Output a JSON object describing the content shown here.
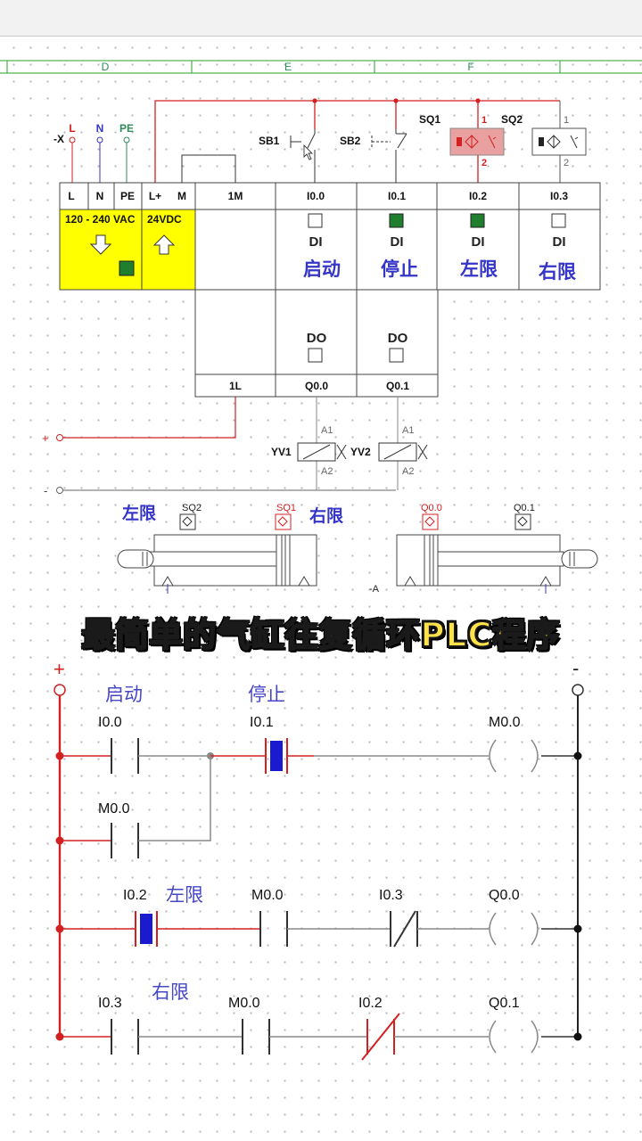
{
  "columns": [
    "D",
    "E",
    "F"
  ],
  "power": {
    "terminal": "-X",
    "L": "L",
    "N": "N",
    "PE": "PE"
  },
  "plc": {
    "terminals": [
      "L",
      "N",
      "PE",
      "L+",
      "M",
      "1M",
      "I0.0",
      "I0.1",
      "I0.2",
      "I0.3"
    ],
    "supply_ac": "120 - 240 VAC",
    "supply_dc": "24VDC",
    "di_label": "DI",
    "do_label": "DO",
    "inputs": [
      {
        "addr": "I0.0",
        "name": "启动",
        "state": "off"
      },
      {
        "addr": "I0.1",
        "name": "停止",
        "state": "on"
      },
      {
        "addr": "I0.2",
        "name": "左限",
        "state": "on"
      },
      {
        "addr": "I0.3",
        "name": "右限",
        "state": "off"
      }
    ],
    "output_terminals": [
      "1L",
      "Q0.0",
      "Q0.1"
    ]
  },
  "switches": {
    "sb1": "SB1",
    "sb2": "SB2",
    "sq1": "SQ1",
    "sq2": "SQ2",
    "n1a": "1",
    "n2a": "2",
    "n1b": "1",
    "n2b": "2"
  },
  "valves": {
    "yv1": "YV1",
    "yv2": "YV2",
    "a1": "A1",
    "a2": "A2"
  },
  "rails": {
    "plus": "+",
    "minus": "-"
  },
  "cylinders": {
    "left_label": "左限",
    "right_label": "右限",
    "sq2": "SQ2",
    "sq1": "SQ1",
    "q00": "Q0.0",
    "q01": "Q0.1",
    "dash_a": "-A"
  },
  "banner": "最简单的气缸往复循环PLC程序",
  "ladder": {
    "plus": "+",
    "minus": "-",
    "r1_comment": "启动",
    "r1_comment2": "停止",
    "r1_c1": "I0.0",
    "r1_c2": "I0.1",
    "r1_coil": "M0.0",
    "r2_c1": "M0.0",
    "r3_c1": "I0.2",
    "r3_comment": "左限",
    "r3_c2": "M0.0",
    "r3_c3": "I0.3",
    "r3_coil": "Q0.0",
    "r4_c1": "I0.3",
    "r4_comment": "右限",
    "r4_c2": "M0.0",
    "r4_c3": "I0.2",
    "r4_coil": "Q0.1"
  },
  "colors": {
    "energized": "#d42020",
    "blue": "#3535c8",
    "lit": "#1f7f2f",
    "yellow": "#ffff00"
  }
}
